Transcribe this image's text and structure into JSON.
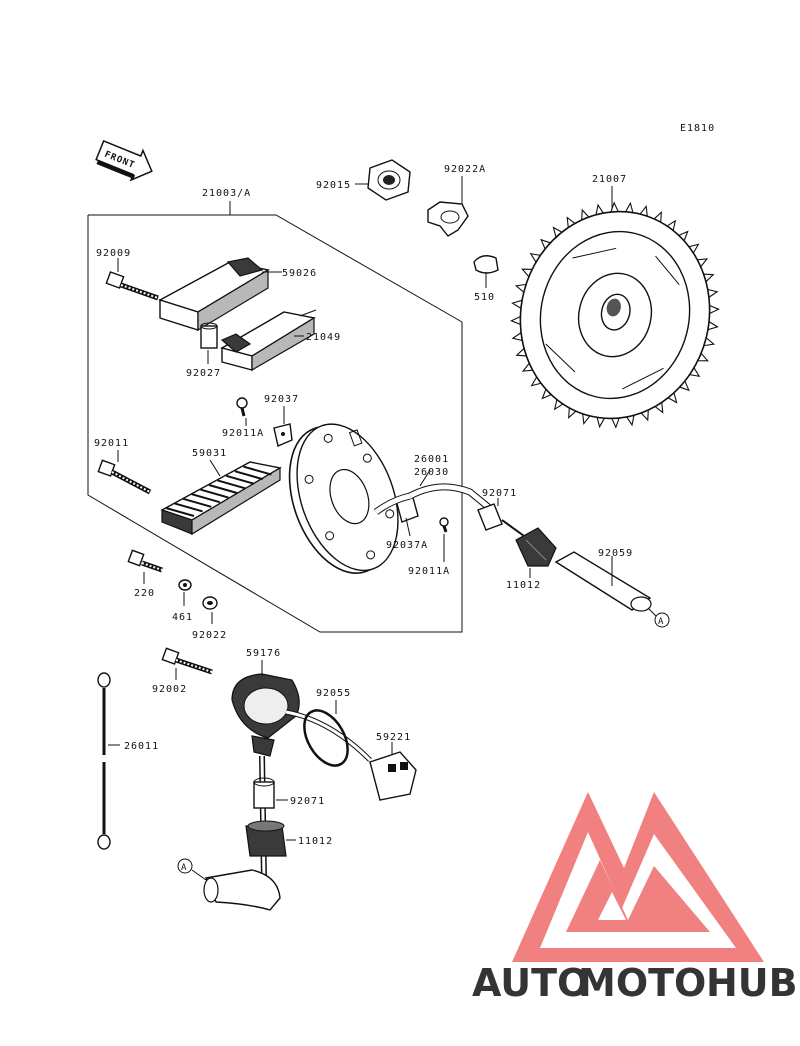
{
  "diagram": {
    "figure_code": "E1810",
    "direction_label": "FRONT",
    "parts": {
      "p92015": "92015",
      "p92022A": "92022A",
      "p21007": "21007",
      "p21003A": "21003/A",
      "p92009": "92009",
      "p59026": "59026",
      "p510": "510",
      "p21049": "21049",
      "p92027": "92027",
      "p92037": "92037",
      "p92011A_1": "92011A",
      "p92011": "92011",
      "p59031": "59031",
      "p26001": "26001",
      "p26030": "26030",
      "p92071_1": "92071",
      "p92037A": "92037A",
      "p92011A_2": "92011A",
      "p92059": "92059",
      "p11012_1": "11012",
      "p220": "220",
      "p461": "461",
      "p92022": "92022",
      "p59176": "59176",
      "p92002": "92002",
      "p92055": "92055",
      "p26011": "26011",
      "p59221": "59221",
      "p92071_2": "92071",
      "p11012_2": "11012",
      "ref_a_1": "A",
      "ref_a_2": "A"
    }
  },
  "watermark": {
    "part1": "AUTO",
    "part2": "MOTO",
    "part3": "HUB",
    "color_orange": "#f6b26b",
    "color_red": "#ef6a6a",
    "color_grey": "#8a8a8a"
  }
}
